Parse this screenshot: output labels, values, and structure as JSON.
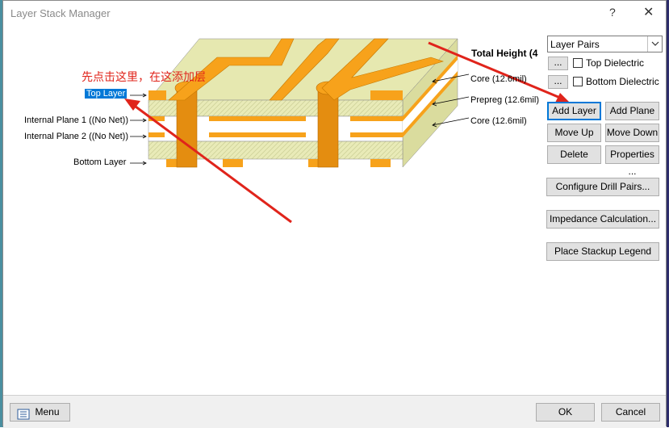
{
  "window": {
    "title": "Layer Stack Manager",
    "help": "?",
    "close": "✕"
  },
  "annotation": "先点击这里，在这添加层",
  "stack": {
    "total_height": "Total Height (4",
    "left_labels": [
      "Top Layer",
      "Internal Plane 1 ((No Net))",
      "Internal Plane 2 ((No Net))",
      "Bottom Layer"
    ],
    "right_labels": [
      "Core (12.6mil)",
      "Prepreg (12.6mil)",
      "Core (12.6mil)"
    ]
  },
  "right_panel": {
    "layer_pairs": "Layer Pairs",
    "dots": "...",
    "top_dielectric": "Top Dielectric",
    "bottom_dielectric": "Bottom Dielectric",
    "add_layer": "Add Layer",
    "add_plane": "Add Plane",
    "move_up": "Move Up",
    "move_down": "Move Down",
    "delete": "Delete",
    "properties": "Properties ...",
    "configure_drill_pairs": "Configure Drill Pairs...",
    "impedance_calc": "Impedance Calculation...",
    "place_legend": "Place Stackup Legend"
  },
  "footer": {
    "menu": "Menu",
    "ok": "OK",
    "cancel": "Cancel"
  },
  "colors": {
    "copper": "#f7a21b",
    "dielectric": "#e6e8b0",
    "arrow": "#e0241b",
    "accent": "#0078d7"
  }
}
